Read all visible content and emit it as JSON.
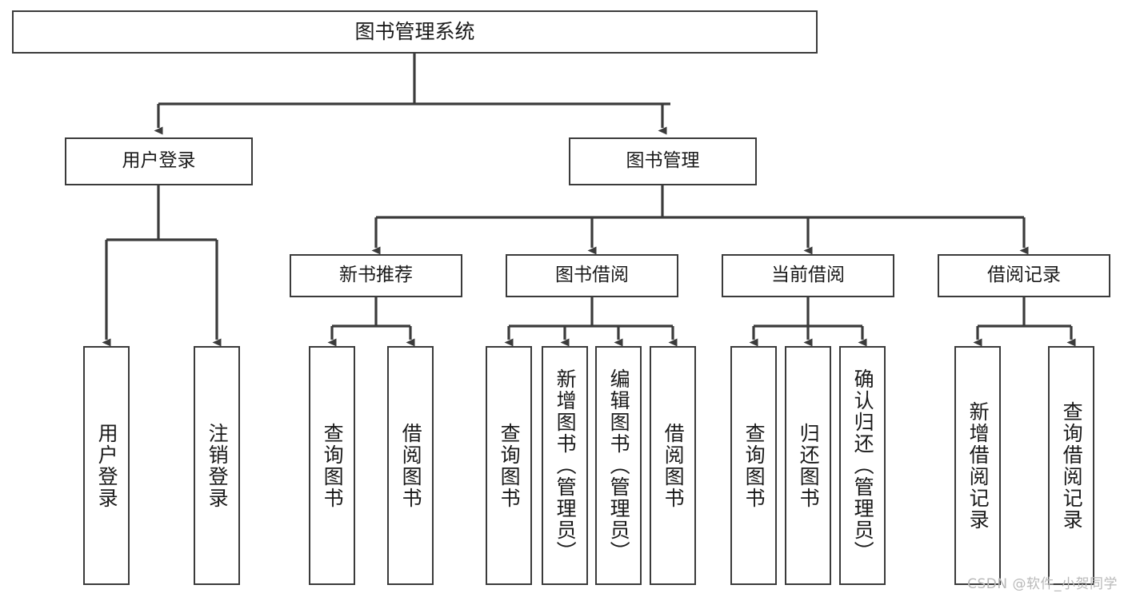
{
  "diagram": {
    "title": "图书管理系统",
    "watermark": "CSDN @软件_小贺同学",
    "line_color": "#3b3b3b",
    "box_fill": "#ffffff",
    "text_color": "#1a1a1a",
    "root": {
      "label": "图书管理系统"
    },
    "level2": [
      {
        "label": "用户登录"
      },
      {
        "label": "图书管理"
      }
    ],
    "level3": [
      {
        "label": "新书推荐"
      },
      {
        "label": "图书借阅"
      },
      {
        "label": "当前借阅"
      },
      {
        "label": "借阅记录"
      }
    ],
    "leaves": {
      "user_login": [
        {
          "label": "用户登录"
        },
        {
          "label": "注销登录"
        }
      ],
      "new_book_recommend": [
        {
          "label": "查询图书"
        },
        {
          "label": "借阅图书"
        }
      ],
      "book_borrow": [
        {
          "label": "查询图书"
        },
        {
          "label": "新增图书（管理员）"
        },
        {
          "label": "编辑图书（管理员）"
        },
        {
          "label": "借阅图书"
        }
      ],
      "current_borrow": [
        {
          "label": "查询图书"
        },
        {
          "label": "归还图书"
        },
        {
          "label": "确认归还（管理员）"
        }
      ],
      "borrow_record": [
        {
          "label": "新增借阅记录"
        },
        {
          "label": "查询借阅记录"
        }
      ]
    }
  },
  "chart_data": {
    "type": "tree",
    "title": "图书管理系统",
    "orientation": "top-down",
    "nodes": [
      {
        "id": "root",
        "label": "图书管理系统",
        "level": 0,
        "parent": null
      },
      {
        "id": "user_login",
        "label": "用户登录",
        "level": 1,
        "parent": "root"
      },
      {
        "id": "book_mgmt",
        "label": "图书管理",
        "level": 1,
        "parent": "root"
      },
      {
        "id": "recommend",
        "label": "新书推荐",
        "level": 2,
        "parent": "book_mgmt"
      },
      {
        "id": "borrow",
        "label": "图书借阅",
        "level": 2,
        "parent": "book_mgmt"
      },
      {
        "id": "current",
        "label": "当前借阅",
        "level": 2,
        "parent": "book_mgmt"
      },
      {
        "id": "record",
        "label": "借阅记录",
        "level": 2,
        "parent": "book_mgmt"
      },
      {
        "id": "l1",
        "label": "用户登录",
        "level": 2,
        "parent": "user_login"
      },
      {
        "id": "l2",
        "label": "注销登录",
        "level": 2,
        "parent": "user_login"
      },
      {
        "id": "l3",
        "label": "查询图书",
        "level": 3,
        "parent": "recommend"
      },
      {
        "id": "l4",
        "label": "借阅图书",
        "level": 3,
        "parent": "recommend"
      },
      {
        "id": "l5",
        "label": "查询图书",
        "level": 3,
        "parent": "borrow"
      },
      {
        "id": "l6",
        "label": "新增图书（管理员）",
        "level": 3,
        "parent": "borrow"
      },
      {
        "id": "l7",
        "label": "编辑图书（管理员）",
        "level": 3,
        "parent": "borrow"
      },
      {
        "id": "l8",
        "label": "借阅图书",
        "level": 3,
        "parent": "borrow"
      },
      {
        "id": "l9",
        "label": "查询图书",
        "level": 3,
        "parent": "current"
      },
      {
        "id": "l10",
        "label": "归还图书",
        "level": 3,
        "parent": "current"
      },
      {
        "id": "l11",
        "label": "确认归还（管理员）",
        "level": 3,
        "parent": "current"
      },
      {
        "id": "l12",
        "label": "新增借阅记录",
        "level": 3,
        "parent": "record"
      },
      {
        "id": "l13",
        "label": "查询借阅记录",
        "level": 3,
        "parent": "record"
      }
    ]
  }
}
